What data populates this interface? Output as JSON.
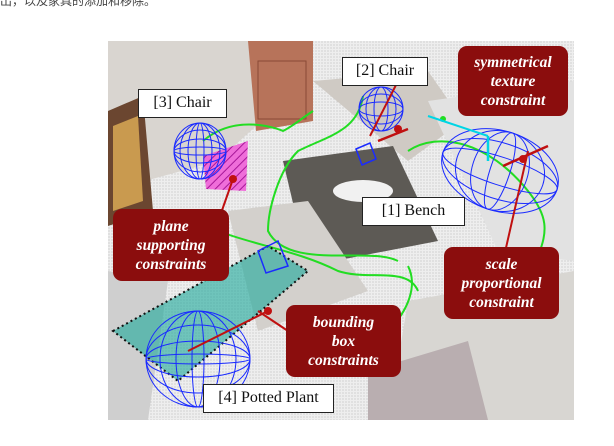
{
  "page": {
    "top_caption": "出，以及家具的添加和移除。"
  },
  "figure": {
    "object_labels": {
      "chair_2": "[2] Chair",
      "chair_3": "[3] Chair",
      "bench_1": "[1] Bench",
      "plant_4": "[4] Potted Plant"
    },
    "constraints": {
      "symmetrical": "symmetrical\ntexture\nconstraint",
      "plane": "plane\nsupporting\nconstraints",
      "scale": "scale\nproportional\nconstraint",
      "bounding": "bounding\nbox\nconstraints"
    },
    "colors": {
      "callout_bg": "#8b0d0d",
      "ellipsoid_wire": "#1a2bff",
      "trajectory": "#22dd22",
      "plane_patch": "#e020c0",
      "frustum_fill": "#1aa89a",
      "constraint_line": "#c01010"
    }
  }
}
